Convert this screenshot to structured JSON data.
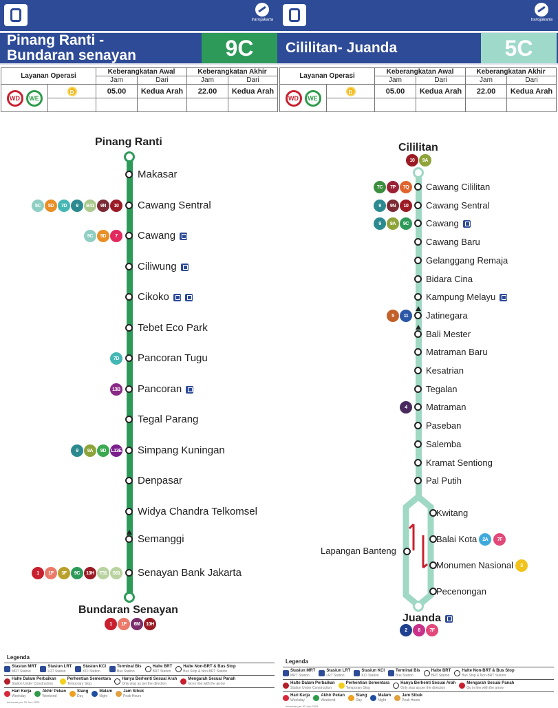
{
  "panels": [
    {
      "title": "Pinang Ranti -\nBundaran senayan",
      "code": "9C",
      "code_color": "#2e9a5a",
      "line_color": "#2e9a5a",
      "schedule": {
        "service_header": "Layanan Operasi",
        "first_header": "Keberangkatan Awal",
        "last_header": "Keberangkatan Akhir",
        "jam": "Jam",
        "dari": "Dari",
        "first_time": "05.00",
        "first_from": "Kedua Arah",
        "last_time": "22.00",
        "last_from": "Kedua Arah",
        "wd": "WD",
        "we": "WE",
        "d": "D"
      },
      "start": {
        "name": "Pinang Ranti",
        "badges": []
      },
      "end": {
        "name": "Bundaran Senayan",
        "badges": [
          {
            "t": "1",
            "c": "#c8202f"
          },
          {
            "t": "1F",
            "c": "#ec7a6a"
          },
          {
            "t": "6M",
            "c": "#7b2c6b"
          },
          {
            "t": "10H",
            "c": "#9b1b25"
          }
        ]
      },
      "stations": [
        {
          "name": "Makasar",
          "badges": [],
          "icons": 0
        },
        {
          "name": "Cawang Sentral",
          "badges": [
            {
              "t": "5C",
              "c": "#8fcfc3"
            },
            {
              "t": "5D",
              "c": "#e88f26"
            },
            {
              "t": "7D",
              "c": "#44b7b4"
            },
            {
              "t": "9",
              "c": "#2b8a8f"
            },
            {
              "t": "B41",
              "c": "#a9c98d"
            },
            {
              "t": "9N",
              "c": "#7c2a34"
            },
            {
              "t": "10",
              "c": "#9b1b25"
            }
          ],
          "icons": 0
        },
        {
          "name": "Cawang",
          "badges": [
            {
              "t": "5C",
              "c": "#8fcfc3"
            },
            {
              "t": "5D",
              "c": "#e88f26"
            },
            {
              "t": "7",
              "c": "#e22a5e"
            }
          ],
          "icons": 1
        },
        {
          "name": "Ciliwung",
          "badges": [],
          "icons": 1
        },
        {
          "name": "Cikoko",
          "badges": [],
          "icons": 2
        },
        {
          "name": "Tebet Eco Park",
          "badges": [],
          "icons": 0
        },
        {
          "name": "Pancoran Tugu",
          "badges": [
            {
              "t": "7D",
              "c": "#44b7b4"
            }
          ],
          "icons": 0
        },
        {
          "name": "Pancoran",
          "badges": [
            {
              "t": "13B",
              "c": "#8a2a86"
            }
          ],
          "icons": 1
        },
        {
          "name": "Tegal Parang",
          "badges": [],
          "icons": 0
        },
        {
          "name": "Simpang Kuningan",
          "badges": [
            {
              "t": "9",
              "c": "#2b8a8f"
            },
            {
              "t": "9A",
              "c": "#8ea43a"
            },
            {
              "t": "9D",
              "c": "#3aa94f"
            },
            {
              "t": "L13E",
              "c": "#7a1f8c"
            }
          ],
          "icons": 0
        },
        {
          "name": "Denpasar",
          "badges": [],
          "icons": 0
        },
        {
          "name": "Widya Chandra Telkomsel",
          "badges": [],
          "icons": 0
        },
        {
          "name": "Semanggi",
          "badges": [],
          "icons": 0,
          "tri": true
        },
        {
          "name": "Senayan Bank Jakarta",
          "badges": [
            {
              "t": "1",
              "c": "#c8202f"
            },
            {
              "t": "1F",
              "c": "#ec7a6a"
            },
            {
              "t": "3F",
              "c": "#b9a02b"
            },
            {
              "t": "9C",
              "c": "#2e9a5a"
            },
            {
              "t": "10H",
              "c": "#9b1b25"
            },
            {
              "t": "T31",
              "c": "#b9d3a0"
            },
            {
              "t": "S61",
              "c": "#b9d3a0"
            }
          ],
          "icons": 0
        }
      ]
    },
    {
      "title": "Cililitan- Juanda",
      "code": "5C",
      "code_color": "#9fd9c9",
      "line_color": "#9fd8c4",
      "schedule": {
        "service_header": "Layanan Operasi",
        "first_header": "Keberangkatan Awal",
        "last_header": "Keberangkatan Akhir",
        "jam": "Jam",
        "dari": "Dari",
        "first_time": "05.00",
        "first_from": "Kedua Arah",
        "last_time": "22.00",
        "last_from": "Kedua Arah",
        "wd": "WD",
        "we": "WE",
        "d": "D"
      },
      "start": {
        "name": "Cililitan",
        "badges": [
          {
            "t": "10",
            "c": "#9b1b25"
          },
          {
            "t": "9A",
            "c": "#8ea43a"
          }
        ]
      },
      "end": {
        "name": "Juanda",
        "badges": [
          {
            "t": "2",
            "c": "#1f3f8f"
          },
          {
            "t": "8",
            "c": "#c8308a"
          },
          {
            "t": "7F",
            "c": "#e2497a"
          }
        ]
      },
      "stations": [
        {
          "name": "Cawang Cililitan",
          "badges": [
            {
              "t": "7C",
              "c": "#3b8f3f"
            },
            {
              "t": "7P",
              "c": "#9b2236"
            },
            {
              "t": "7Q",
              "c": "#e0642e"
            }
          ],
          "icons": 0
        },
        {
          "name": "Cawang Sentral",
          "badges": [
            {
              "t": "9",
              "c": "#2b8a8f"
            },
            {
              "t": "9N",
              "c": "#7c2a34"
            },
            {
              "t": "10",
              "c": "#9b1b25"
            }
          ],
          "icons": 0
        },
        {
          "name": "Cawang",
          "badges": [
            {
              "t": "9",
              "c": "#2b8a8f"
            },
            {
              "t": "9A",
              "c": "#8ea43a"
            },
            {
              "t": "9C",
              "c": "#2e9a5a"
            }
          ],
          "icons": 1
        },
        {
          "name": "Cawang Baru",
          "badges": [],
          "icons": 0
        },
        {
          "name": "Gelanggang Remaja",
          "badges": [],
          "icons": 0
        },
        {
          "name": "Bidara Cina",
          "badges": [],
          "icons": 0
        },
        {
          "name": "Kampung Melayu",
          "badges": [],
          "icons": 1
        },
        {
          "name": "Jatinegara",
          "badges": [
            {
              "t": "5",
              "c": "#c2612b"
            },
            {
              "t": "11",
              "c": "#2c57a6"
            }
          ],
          "icons": 0,
          "tri": true
        },
        {
          "name": "Bali Mester",
          "badges": [],
          "icons": 0,
          "tri": true
        },
        {
          "name": "Matraman Baru",
          "badges": [],
          "icons": 0
        },
        {
          "name": "Kesatrian",
          "badges": [],
          "icons": 0
        },
        {
          "name": "Tegalan",
          "badges": [],
          "icons": 0
        },
        {
          "name": "Matraman",
          "badges": [
            {
              "t": "4",
              "c": "#4a2a5e"
            }
          ],
          "icons": 0
        },
        {
          "name": "Paseban",
          "badges": [],
          "icons": 0
        },
        {
          "name": "Salemba",
          "badges": [],
          "icons": 0
        },
        {
          "name": "Kramat Sentiong",
          "badges": [],
          "icons": 0
        },
        {
          "name": "Pal Putih",
          "badges": [],
          "icons": 0
        }
      ],
      "loop": {
        "right": [
          {
            "name": "Kwitang",
            "badges": []
          },
          {
            "name": "Balai Kota",
            "badges": [
              {
                "t": "2A",
                "c": "#3fa9dc"
              },
              {
                "t": "7F",
                "c": "#e2497a"
              }
            ]
          },
          {
            "name": "Monumen Nasional",
            "badges": [
              {
                "t": "3",
                "c": "#f2c31b"
              }
            ]
          },
          {
            "name": "Pecenongan",
            "badges": []
          }
        ],
        "left": {
          "name": "Lapangan Banteng"
        }
      }
    }
  ],
  "legend": {
    "title": "Legenda",
    "rows": [
      [
        {
          "t": "Stasiun MRT",
          "s": "MRT Station",
          "c": "#2e4b97"
        },
        {
          "t": "Stasiun LRT",
          "s": "LRT Station",
          "c": "#2e4b97"
        },
        {
          "t": "Stasiun KCI",
          "s": "KCI Station",
          "c": "#2e4b97"
        },
        {
          "t": "Terminal Bis",
          "s": "Bus Station",
          "c": "#2e4b97"
        },
        {
          "t": "Halte BRT",
          "s": "BRT Station",
          "c": "#fff"
        },
        {
          "t": "Halte Non-BRT & Bus Stop",
          "s": "Bus Stop & Non-BRT Station",
          "c": "#fff"
        }
      ],
      [
        {
          "t": "Halte Dalam Perbaikan",
          "s": "Station Under Construction",
          "c": "#b3202a"
        },
        {
          "t": "Perhentian Sementara",
          "s": "Temporary Stop",
          "c": "#f2d01b"
        },
        {
          "t": "Hanya Berhenti Sesuai Arah",
          "s": "Only stop as per the direction",
          "c": "#fff"
        },
        {
          "t": "Mengarah Sesuai Panah",
          "s": "Go in line with the arrow",
          "c": "#c8202f"
        }
      ],
      [
        {
          "t": "Hari Kerja",
          "s": "Weekday",
          "c": "#d8283a"
        },
        {
          "t": "Akhir Pekan",
          "s": "Weekend",
          "c": "#2e9a4a"
        },
        {
          "t": "Siang",
          "s": "Day",
          "c": "#f0a020"
        },
        {
          "t": "Malam",
          "s": "Night",
          "c": "#1f4f9f"
        },
        {
          "t": "Jam Sibuk",
          "s": "Peak Hours",
          "c": "#e0a040"
        }
      ]
    ],
    "note": "Informasi per 30 Juni 2025"
  },
  "logo_text": "transjakarta"
}
